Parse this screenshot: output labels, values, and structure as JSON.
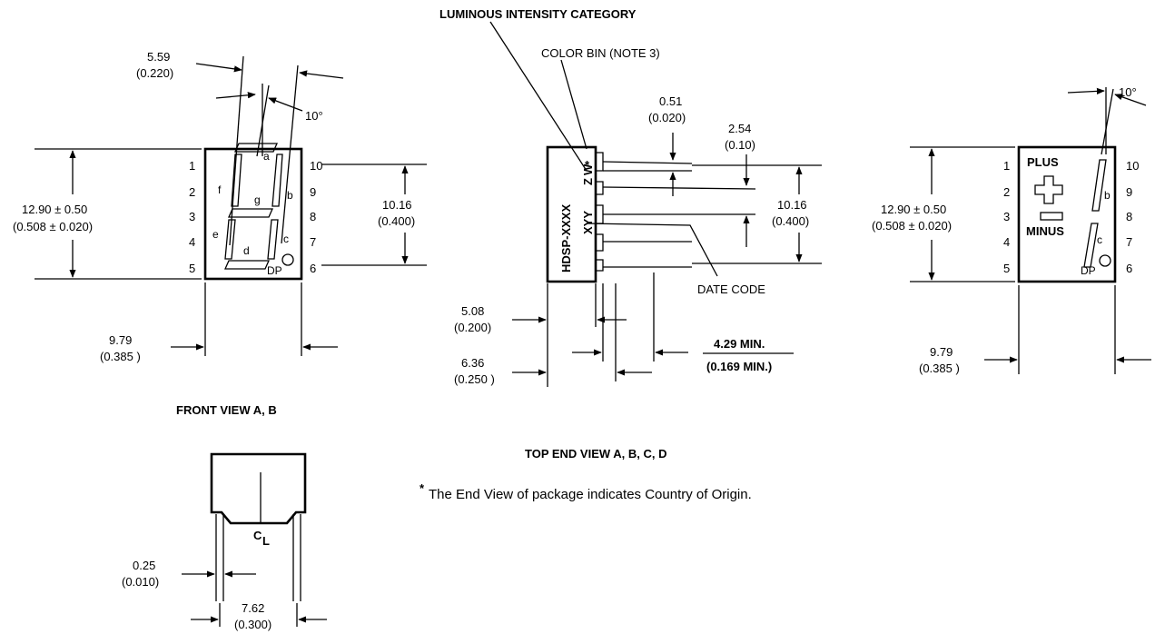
{
  "front_view": {
    "caption": "FRONT VIEW A, B",
    "dim_pitch": "5.59",
    "dim_pitch_in": "(0.220)",
    "dim_angle": "10°",
    "dim_height": "12.90 ± 0.50",
    "dim_height_in": "(0.508 ± 0.020)",
    "dim_pin_span": "10.16",
    "dim_pin_span_in": "(0.400)",
    "dim_width": "9.79",
    "dim_width_in": "(0.385 )",
    "pins_left": [
      "1",
      "2",
      "3",
      "4",
      "5"
    ],
    "pins_right": [
      "10",
      "9",
      "8",
      "7",
      "6"
    ],
    "segments": {
      "a": "a",
      "b": "b",
      "c": "c",
      "d": "d",
      "e": "e",
      "f": "f",
      "g": "g",
      "dp": "DP"
    }
  },
  "top_end_view": {
    "caption": "TOP END VIEW A, B, C, D",
    "luminous_label": "LUMINOUS INTENSITY CATEGORY",
    "color_bin_label": "COLOR BIN (NOTE 3)",
    "date_code_label": "DATE CODE",
    "part_marking": "HDSP-XXXX",
    "marking_z": "Z",
    "marking_w": "W",
    "marking_xyy": "XYY",
    "marking_star": "*",
    "dim_lead_width": "0.51",
    "dim_lead_width_in": "(0.020)",
    "dim_lead_pitch": "2.54",
    "dim_lead_pitch_in": "(0.10)",
    "dim_lead_span": "10.16",
    "dim_lead_span_in": "(0.400)",
    "dim_body": "5.08",
    "dim_body_in": "(0.200)",
    "dim_seat": "6.36",
    "dim_seat_in": "(0.250 )",
    "dim_lead_length": "4.29 MIN.",
    "dim_lead_length_in": "(0.169 MIN.)",
    "note_star": "*",
    "note": "The End View of package indicates Country of Origin."
  },
  "polarity_view": {
    "dim_angle": "10°",
    "dim_height": "12.90 ± 0.50",
    "dim_height_in": "(0.508 ± 0.020)",
    "dim_width": "9.79",
    "dim_width_in": "(0.385 )",
    "pins_left": [
      "1",
      "2",
      "3",
      "4",
      "5"
    ],
    "pins_right": [
      "10",
      "9",
      "8",
      "7",
      "6"
    ],
    "plus_label": "PLUS",
    "minus_label": "MINUS",
    "segments": {
      "b": "b",
      "c": "c",
      "dp": "DP"
    }
  },
  "side_view": {
    "centerline": "C",
    "centerline_sub": "L",
    "dim_lead": "0.25",
    "dim_lead_in": "(0.010)",
    "dim_pitch": "7.62",
    "dim_pitch_in": "(0.300)"
  }
}
